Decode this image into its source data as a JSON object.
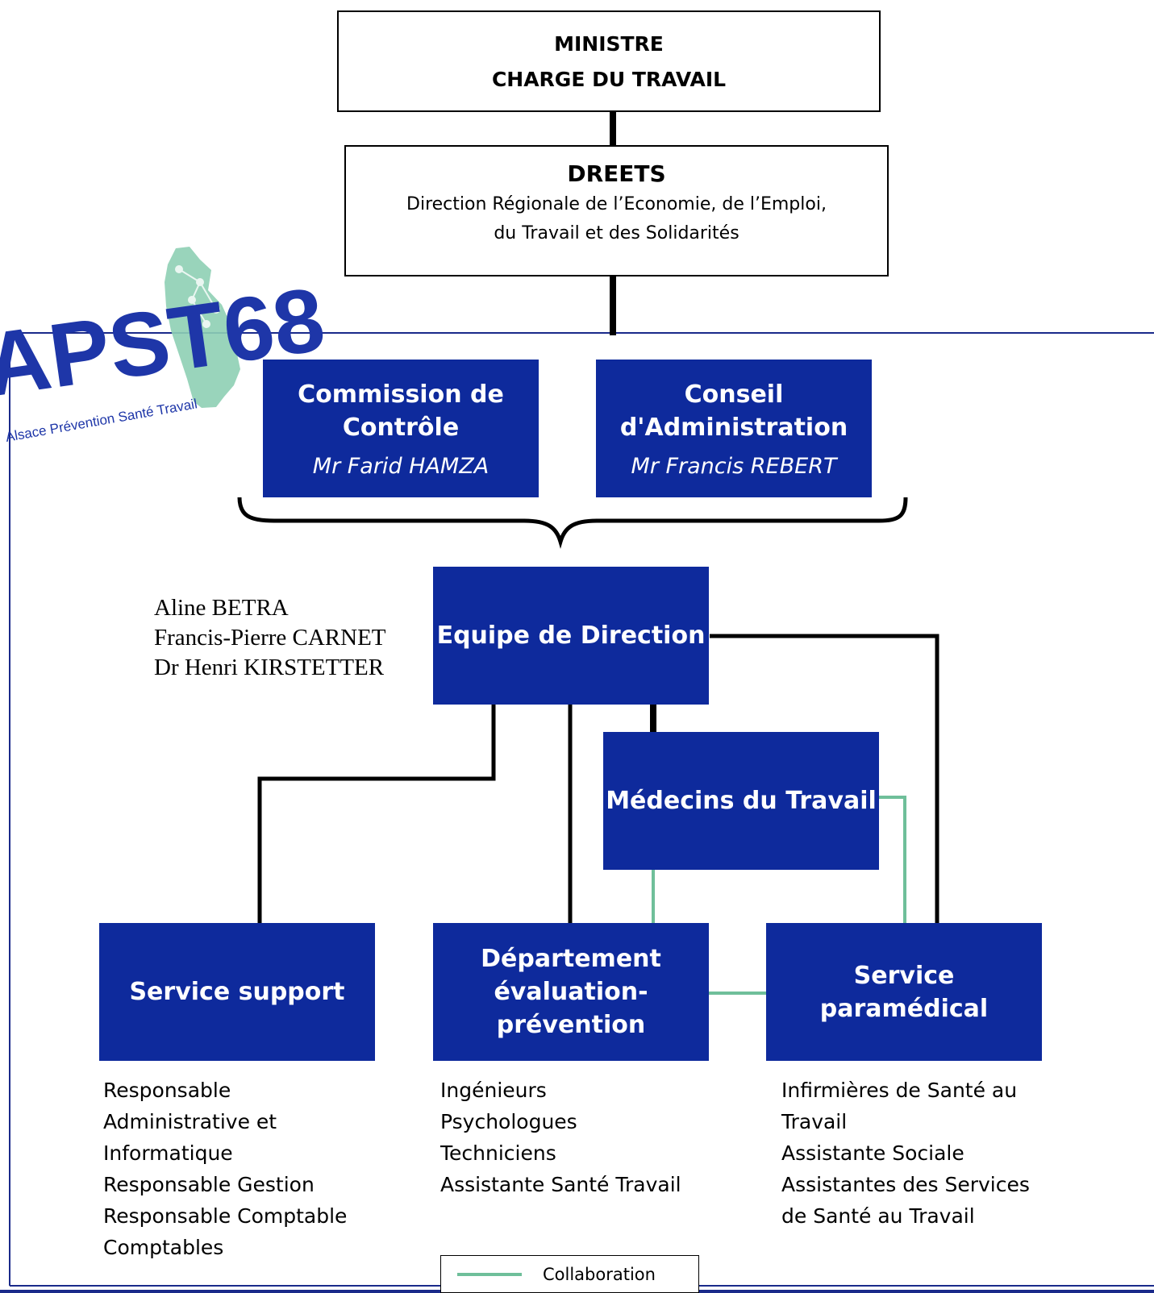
{
  "top": {
    "ministre": {
      "line1": "MINISTRE",
      "line2": "CHARGE DU TRAVAIL"
    },
    "dreets": {
      "title": "DREETS",
      "line1": "Direction Régionale de l’Economie, de l’Emploi,",
      "line2": "du Travail et des Solidarités"
    }
  },
  "logo": {
    "text": "APST68",
    "tagline": "Alsace Prévention Santé Travail",
    "accent": "#7cc5a8",
    "color": "#1e36a8"
  },
  "boards": [
    {
      "title": "Commission de Contrôle",
      "person": "Mr Farid HAMZA"
    },
    {
      "title": "Conseil d'Administration",
      "person": "Mr Francis REBERT"
    }
  ],
  "direction": {
    "title": "Equipe de Direction",
    "members": [
      "Aline BETRA",
      "Francis-Pierre CARNET",
      "Dr Henri KIRSTETTER"
    ]
  },
  "medecins": {
    "title": "Médecins du Travail"
  },
  "services": [
    {
      "title": "Service support",
      "items": [
        "Responsable",
        "Administrative et",
        "Informatique",
        "Responsable Gestion",
        "Responsable Comptable",
        "Comptables"
      ]
    },
    {
      "title": "Département évaluation-prévention",
      "items": [
        "Ingénieurs",
        "Psychologues",
        "Techniciens",
        "Assistante Santé Travail"
      ]
    },
    {
      "title": "Service paramédical",
      "items": [
        "Infirmières de Santé au",
        "Travail",
        "Assistante Sociale",
        "Assistantes des Services",
        "de Santé au Travail"
      ]
    }
  ],
  "legend": {
    "label": "Collaboration"
  },
  "colors": {
    "box_blue": "#0e2a9c",
    "frame_blue": "#1a2a8a",
    "collab_green": "#6fbf9a",
    "hierarchy": "#000000"
  }
}
